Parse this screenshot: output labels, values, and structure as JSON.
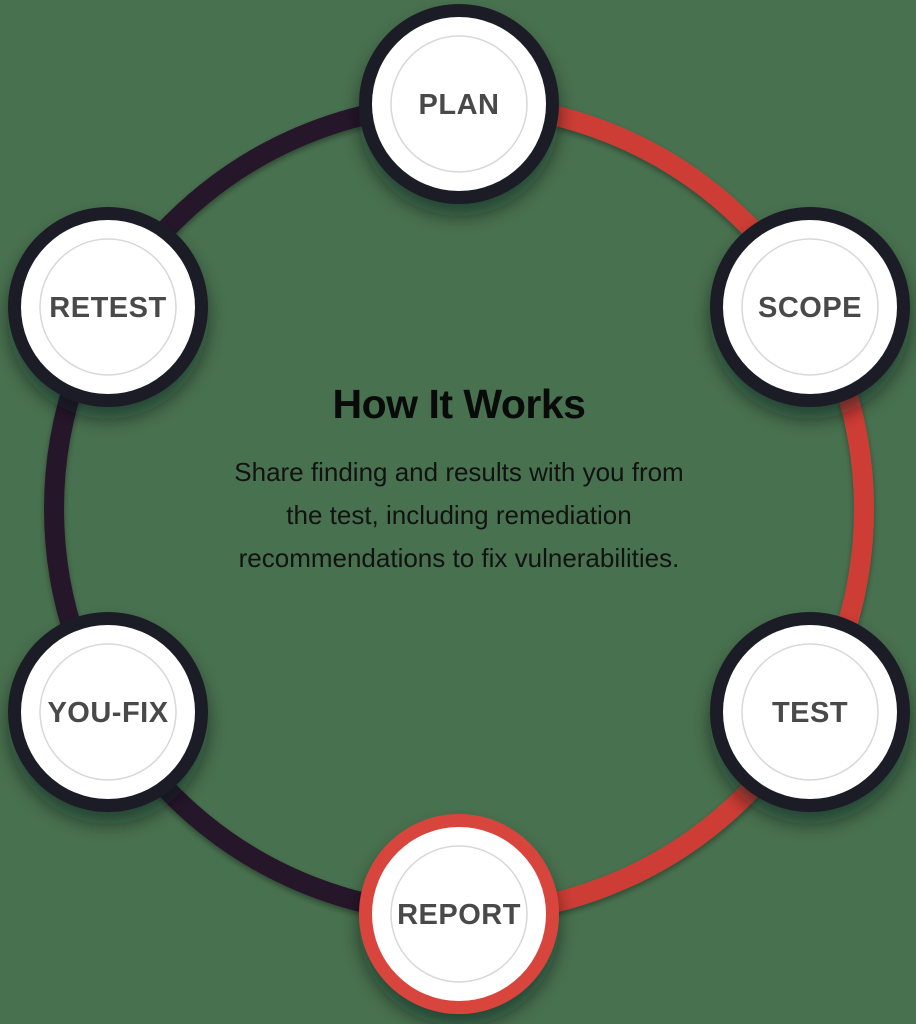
{
  "background_color": "#48714F",
  "colors": {
    "arc_red": "#CD3E36",
    "arc_dark": "#261829",
    "node_ring_dark": "#1B1F28",
    "node_ring_highlight": "#D8443D",
    "node_fill": "#FFFFFF",
    "node_inner_line": "#D8D8D8",
    "node_label_text": "#4A4A4A",
    "heading_text": "#0A0A0B",
    "body_text": "#121212"
  },
  "title": {
    "heading": "How It Works",
    "description_lines": [
      "Share finding and results with you from",
      "the test, including remediation",
      "recommendations to fix vulnerabilities."
    ]
  },
  "nodes": [
    {
      "id": "plan",
      "label": "PLAN",
      "highlighted": false
    },
    {
      "id": "scope",
      "label": "SCOPE",
      "highlighted": false
    },
    {
      "id": "test",
      "label": "TEST",
      "highlighted": false
    },
    {
      "id": "report",
      "label": "REPORT",
      "highlighted": true
    },
    {
      "id": "you-fix",
      "label": "YOU-FIX",
      "highlighted": false
    },
    {
      "id": "retest",
      "label": "RETEST",
      "highlighted": false
    }
  ]
}
